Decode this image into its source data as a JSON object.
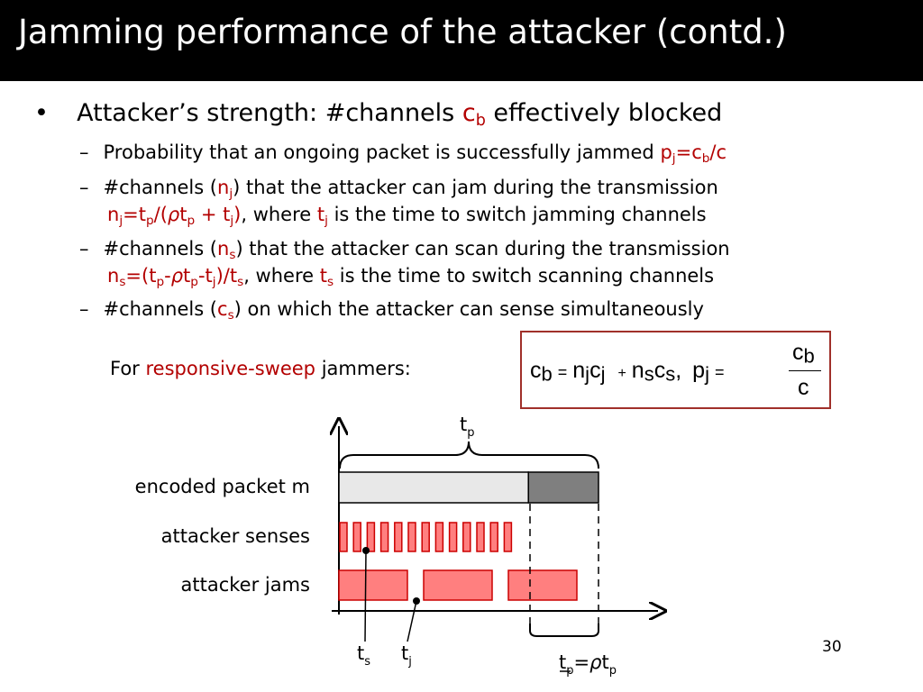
{
  "title": "Jamming performance of the attacker (contd.)",
  "bullet": {
    "marker": "•",
    "text_before": "Attacker’s strength: #channels ",
    "var": "c",
    "var_sub": "b",
    "text_after": " effectively blocked"
  },
  "subbullets": {
    "marker": "–",
    "item1": {
      "text": "Probability that an ongoing packet is successfully jammed ",
      "formula": "p",
      "s1": "j",
      "eq": "=c",
      "s2": "b",
      "tail": "/c"
    },
    "item2": {
      "line1_a": "#channels (",
      "n": "n",
      "n_sub": "j",
      "line1_b": ") that the attacker can jam during the transmission",
      "f_n": "n",
      "f_s1": "j",
      "f_a": "=t",
      "f_s2": "p",
      "f_b": "/(",
      "rho": "ρ",
      "f_c": "t",
      "f_s3": "p",
      "f_d": " + t",
      "f_s4": "j",
      "f_e": ")",
      "where": ", where ",
      "t": "t",
      "t_sub": "j",
      "tail": " is the time to switch jamming channels"
    },
    "item3": {
      "line1_a": "#channels (",
      "n": "n",
      "n_sub": "s",
      "line1_b": ") that the attacker can scan during the transmission",
      "f_n": "n",
      "f_s1": "s",
      "f_a": "=(t",
      "f_s2": "p",
      "f_b": "-",
      "rho": "ρ",
      "f_c": "t",
      "f_s3": "p",
      "f_d": "-t",
      "f_s4": "j",
      "f_e": ")/t",
      "f_s5": "s",
      "where": ", where ",
      "t": "t",
      "t_sub": "s",
      "tail": " is the time to switch scanning channels"
    },
    "item4": {
      "a": "#channels (",
      "c": "c",
      "c_sub": "s",
      "b": ") on which the attacker can sense simultaneously"
    }
  },
  "for_line": {
    "a": "For ",
    "highlight": "responsive-sweep",
    "b": " jammers:"
  },
  "formula": {
    "c": "c",
    "b": "b",
    "eq": "=",
    "n": "n",
    "j": "j",
    "plus": "+",
    "s": "s",
    "comma": ",",
    "p": "p",
    "num_c": "c",
    "den": "c"
  },
  "diagram": {
    "labels": {
      "packet": "encoded packet m",
      "senses": "attacker senses",
      "jams": "attacker jams"
    },
    "tp_top": {
      "t": "t",
      "sub": "p"
    },
    "ts": {
      "t": "t",
      "sub": "s"
    },
    "tj": {
      "t": "t",
      "sub": "j"
    },
    "tp_bottom": {
      "t": "t",
      "sub1": "p",
      "eq": "=",
      "rho": "ρ",
      "t2": "t",
      "sub2": "p"
    },
    "sense_slots": 13,
    "jam_slots": 3,
    "packet_split_fraction": 0.73,
    "colors": {
      "slot_fill": "#ff7f7f",
      "slot_stroke": "#cc0000",
      "packet_light": "#e8e8e8",
      "packet_dark": "#7f7f7f"
    }
  },
  "page_number": "30"
}
